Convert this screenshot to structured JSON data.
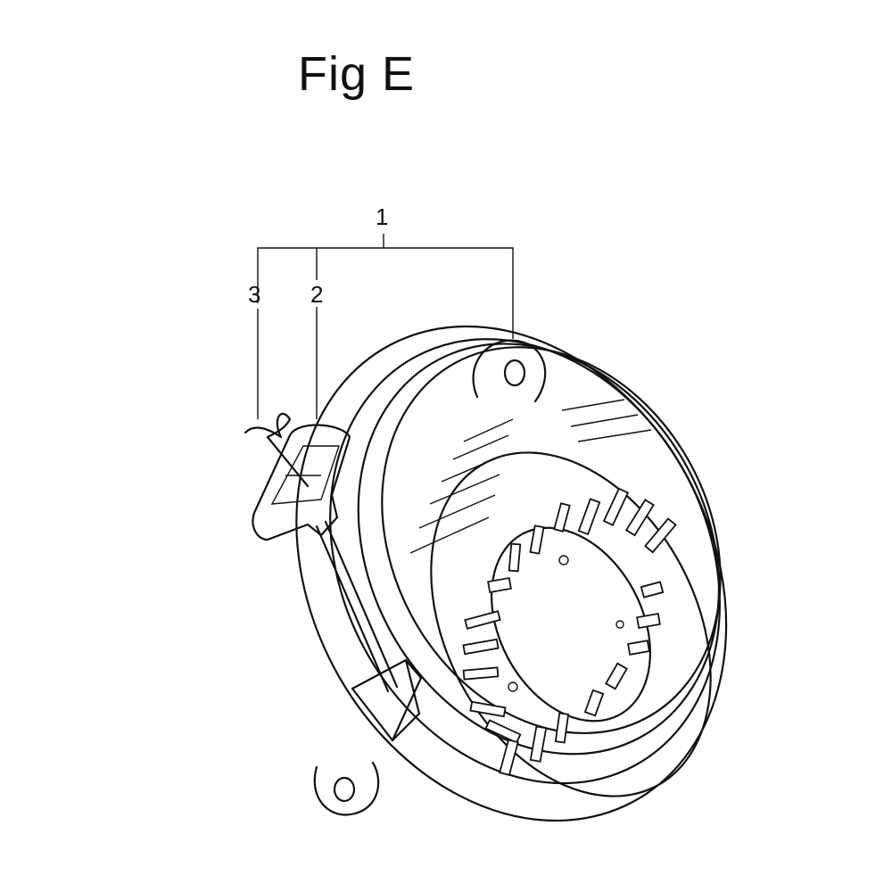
{
  "figure": {
    "title": "Fig E",
    "callouts": [
      {
        "id": "1",
        "label": "1"
      },
      {
        "id": "2",
        "label": "2"
      },
      {
        "id": "3",
        "label": "3"
      }
    ]
  },
  "colors": {
    "line": "#111111",
    "background": "#ffffff"
  }
}
